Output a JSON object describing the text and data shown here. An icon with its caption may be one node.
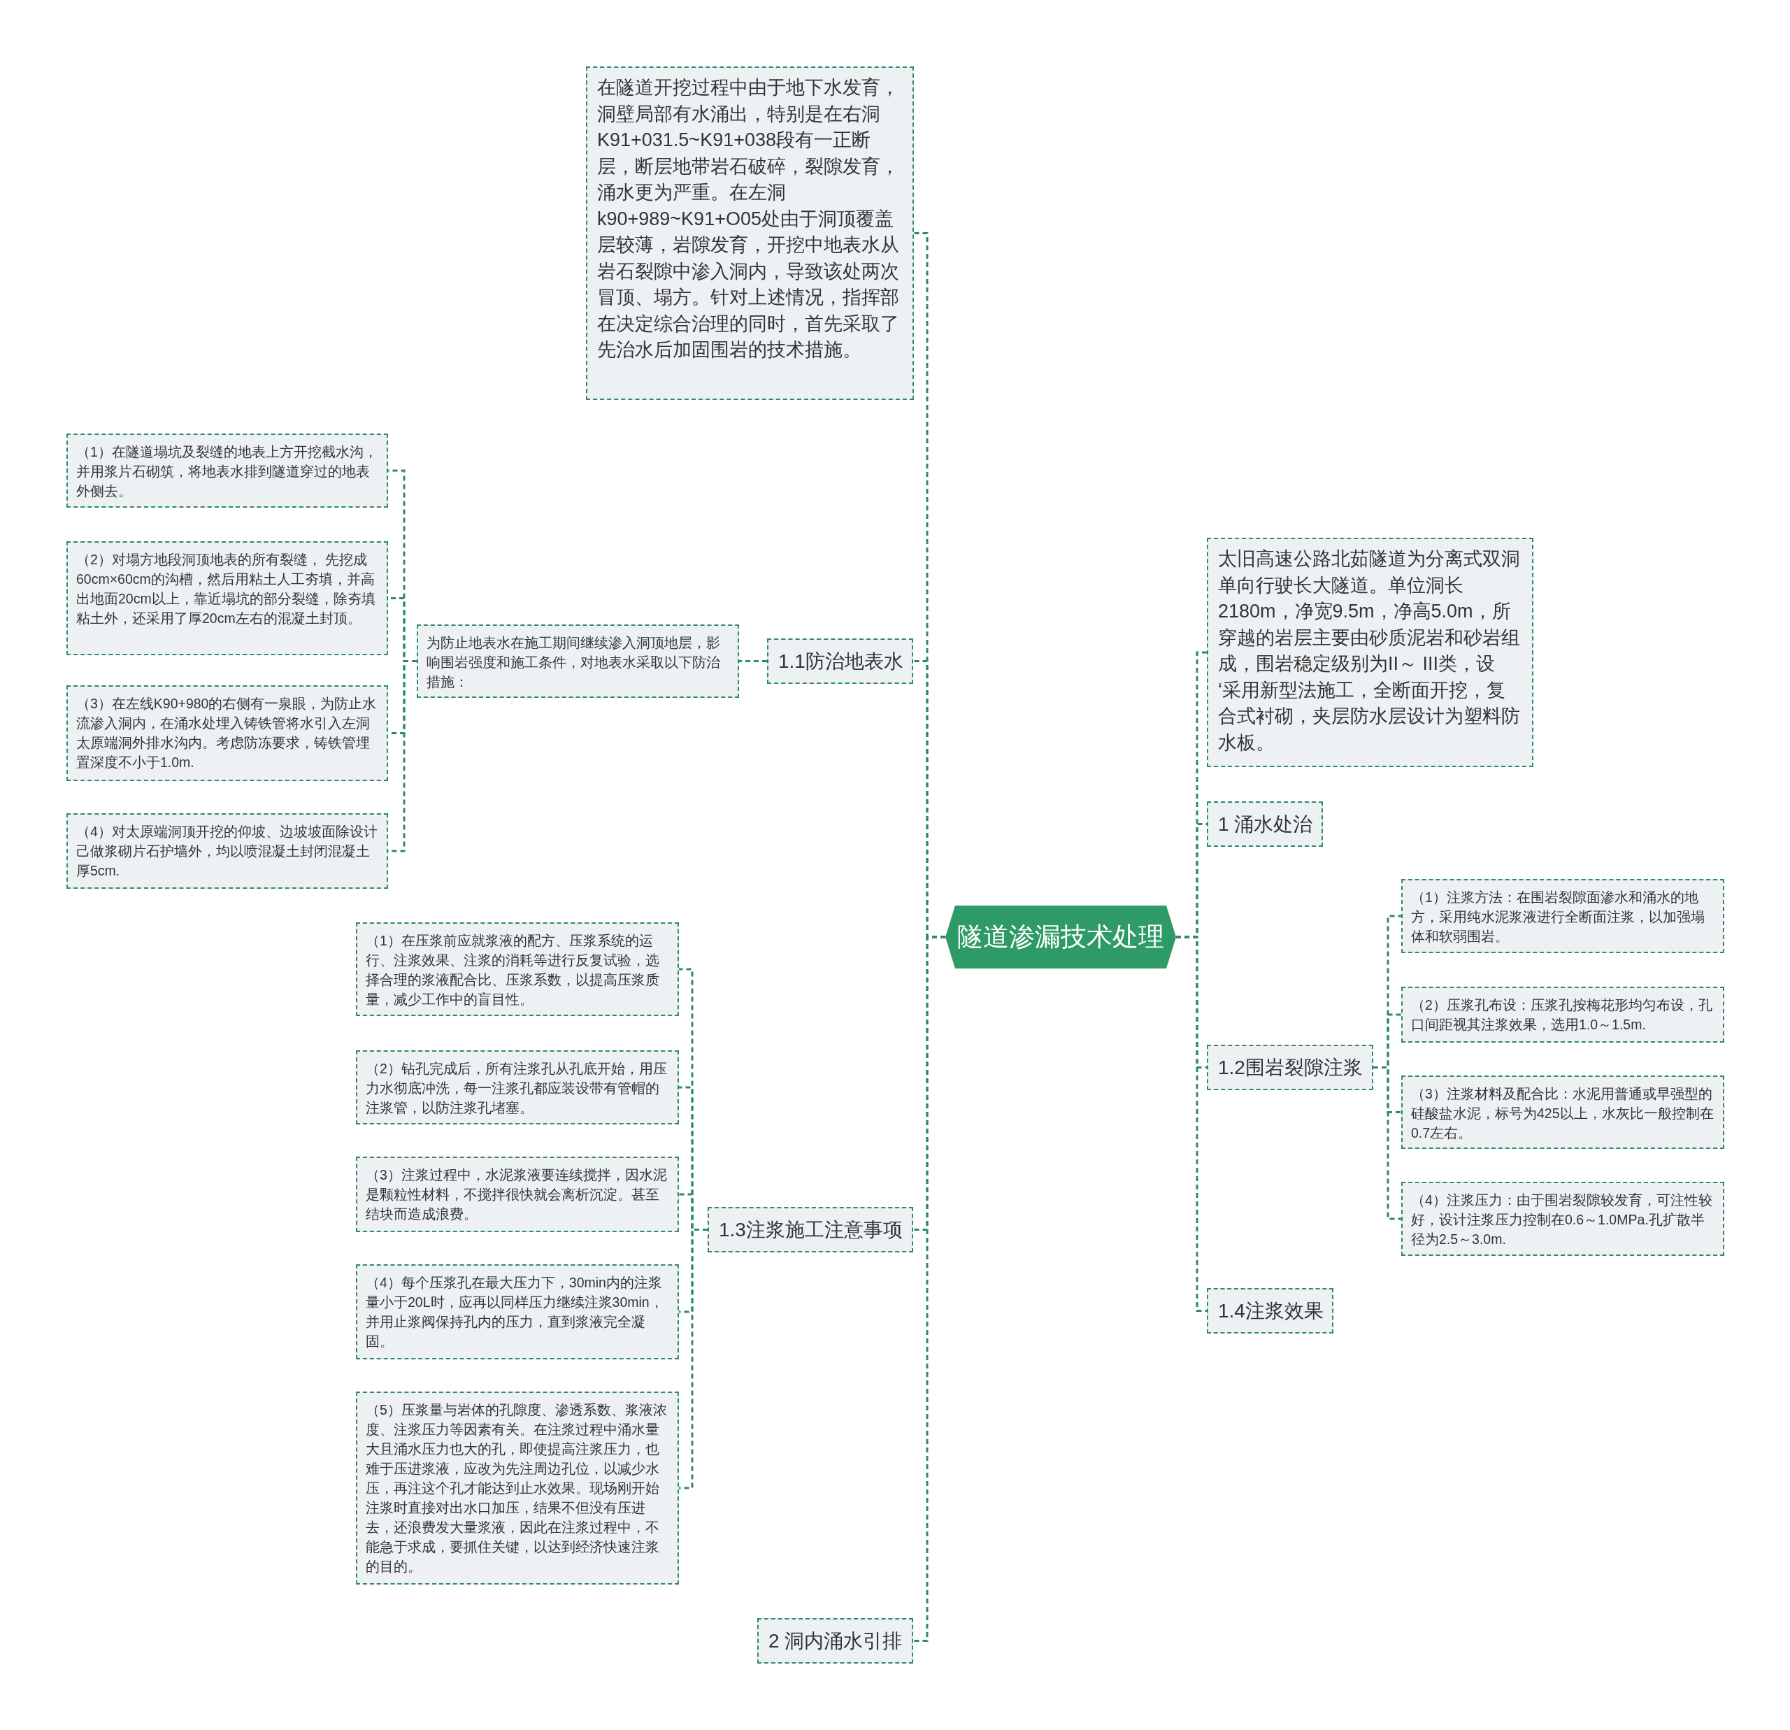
{
  "diagram": {
    "nodes": [
      {
        "text": [
          "隧道渗漏技术处理"
        ]
      },
      {
        "text": [
          "在隧道开挖过程中由于地下水发育，洞壁局部有水涌出，特别是在右洞K91+031.5~K91+038段有一正断层，断层地带岩石破碎，裂隙发育，涌水更为严重。在左洞k90+989~K91+O05处由于洞顶覆盖层较薄，岩隙发育，开挖中地表水从岩石裂隙中渗入洞内，导致该处两次冒顶、塌方。针对上述情况，指挥部在决定综合治理的同时，首先采取了先治水后加固围岩的技术措施。"
        ]
      },
      {
        "text": [
          "1.1防治地表水"
        ]
      },
      {
        "text": [
          "为防止地表水在施工期间继续渗入洞顶地层，影响围岩强度和施工条件，对地表水采取以下防治措施："
        ]
      },
      {
        "text": [
          "（1）在隧道塌坑及裂缝的地表上方开挖截水沟，并用浆片石砌筑，将地表水排到隧道穿过的地表外侧去。"
        ]
      },
      {
        "text": [
          "（2）对塌方地段洞顶地表的所有裂缝， 先挖成60cm×60cm的沟槽，然后用粘土人工夯填，并高出地面20cm以上，靠近塌坑的部分裂缝，除夯填粘土外，还采用了厚20cm左右的混凝土封顶。"
        ]
      },
      {
        "text": [
          "（3）在左线K90+980的右侧有一泉眼，为防止水流渗入洞内，在涌水处埋入铸铁管将水引入左洞太原端洞外排水沟内。考虑防冻要求，铸铁管埋置深度不小于1.0m."
        ]
      },
      {
        "text": [
          "（4）对太原端洞顶开挖的仰坡、边坡坡面除设计己做浆砌片石护墙外，均以喷混凝土封闭混凝土厚5cm."
        ]
      },
      {
        "text": [
          "1.3注浆施工注意事项"
        ]
      },
      {
        "text": [
          "（1）在压浆前应就浆液的配方、压浆系统的运行、注浆效果、注浆的消耗等进行反复试验，选择合理的浆液配合比、压浆系数，以提高压浆质量，减少工作中的盲目性。"
        ]
      },
      {
        "text": [
          "（2）钻孔完成后，所有注浆孔从孔底开始，用压力水彻底冲洗，每一注浆孔都应装设带有管帽的注浆管，以防注浆孔堵塞。"
        ]
      },
      {
        "text": [
          "（3）注浆过程中，水泥浆液要连续搅拌，因水泥是颗粒性材料，不搅拌很快就会离析沉淀。甚至结块而造成浪费。"
        ]
      },
      {
        "text": [
          "（4）每个压浆孔在最大压力下，30min内的注浆量小于20L时，应再以同样压力继续注浆30min，并用止浆阀保持孔内的压力，直到浆液完全凝固。"
        ]
      },
      {
        "text": [
          "（5）压浆量与岩体的孔隙度、渗透系数、浆液浓度、注浆压力等因素有关。在注浆过程中涌水量大且涌水压力也大的孔，即使提高注浆压力，也难于压进浆液，应改为先注周边孔位，以减少水压，再注这个孔才能达到止水效果。现场刚开始注浆时直接对出水口加压，结果不但没有压进去，还浪费发大量浆液，因此在注浆过程中，不能急于求成，要抓住关键，以达到经济快速注浆的目的。"
        ]
      },
      {
        "text": [
          "2 洞内涌水引排"
        ]
      },
      {
        "text": [
          "太旧高速公路北茹隧道为分离式双洞单向行驶长大隧道。单位洞长2180m，净宽9.5m，净高5.0m，所穿越的岩层主要由砂质泥岩和砂岩组成，围岩稳定级别为II～ III类，设 ‘采用新型法施工，全断面开挖，复合式衬砌，夹层防水层设计为塑料防水板。"
        ]
      },
      {
        "text": [
          "1 涌水处治"
        ]
      },
      {
        "text": [
          "1.2围岩裂隙注浆"
        ]
      },
      {
        "text": [
          "（1）注浆方法：在围岩裂隙面渗水和涌水的地方，采用纯水泥浆液进行全断面注浆，以加强塌体和软弱围岩。"
        ]
      },
      {
        "text": [
          "（2）压浆孔布设：压浆孔按梅花形均匀布设，孔口间距视其注浆效果，选用1.0～1.5m."
        ]
      },
      {
        "text": [
          "（3）注浆材料及配合比：水泥用普通或早强型的硅酸盐水泥，标号为425以上，水灰比一般控制在0.7左右。"
        ]
      },
      {
        "text": [
          "（4）注浆压力：由于围岩裂隙较发育，可注性较好，设计注浆压力控制在0.6～1.0MPa.孔扩散半径为2.5～3.0m."
        ]
      },
      {
        "text": [
          "1.4注浆效果"
        ]
      }
    ],
    "edges": [
      {
        "from": 0,
        "to": 1,
        "arrow": "none"
      },
      {
        "from": 0,
        "to": 2,
        "arrow": "none"
      },
      {
        "from": 2,
        "to": 3,
        "arrow": "none"
      },
      {
        "from": 3,
        "to": 4,
        "arrow": "none"
      },
      {
        "from": 3,
        "to": 5,
        "arrow": "none"
      },
      {
        "from": 3,
        "to": 6,
        "arrow": "none"
      },
      {
        "from": 3,
        "to": 7,
        "arrow": "none"
      },
      {
        "from": 0,
        "to": 8,
        "arrow": "none"
      },
      {
        "from": 8,
        "to": 9,
        "arrow": "none"
      },
      {
        "from": 8,
        "to": 10,
        "arrow": "none"
      },
      {
        "from": 8,
        "to": 11,
        "arrow": "none"
      },
      {
        "from": 8,
        "to": 12,
        "arrow": "none"
      },
      {
        "from": 8,
        "to": 13,
        "arrow": "none"
      },
      {
        "from": 0,
        "to": 14,
        "arrow": "none"
      },
      {
        "from": 0,
        "to": 15,
        "arrow": "none"
      },
      {
        "from": 0,
        "to": 16,
        "arrow": "none"
      },
      {
        "from": 0,
        "to": 17,
        "arrow": "none"
      },
      {
        "from": 17,
        "to": 18,
        "arrow": "none"
      },
      {
        "from": 17,
        "to": 19,
        "arrow": "none"
      },
      {
        "from": 17,
        "to": 20,
        "arrow": "none"
      },
      {
        "from": 17,
        "to": 21,
        "arrow": "none"
      },
      {
        "from": 0,
        "to": 22,
        "arrow": "none"
      }
    ]
  }
}
